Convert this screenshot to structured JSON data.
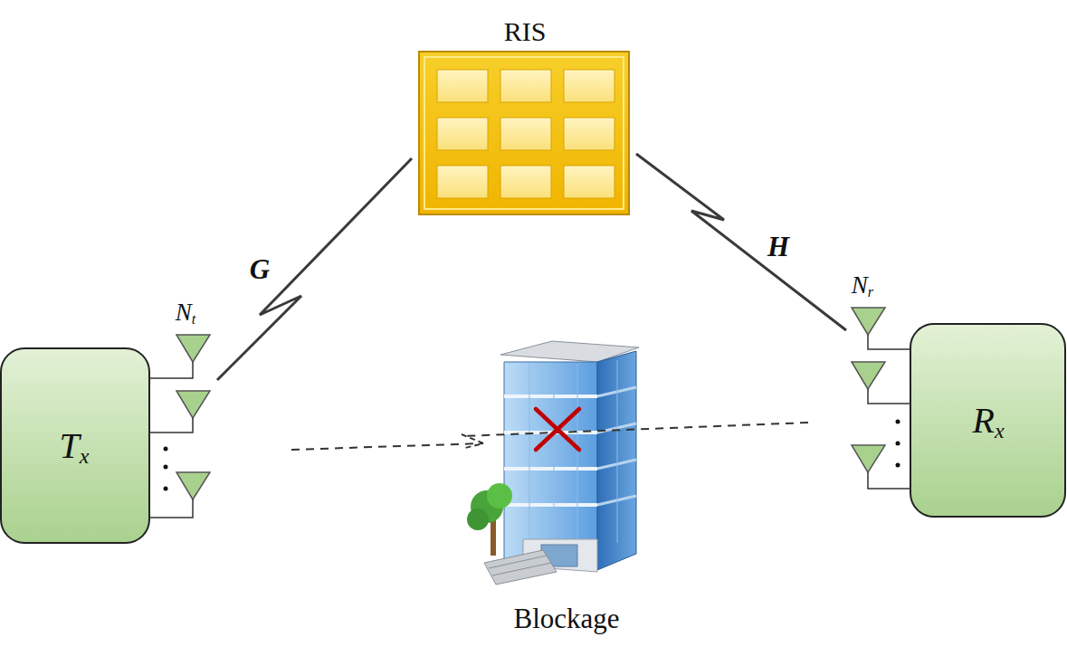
{
  "diagram": {
    "nodes": [
      {
        "text": [
          "Tx"
        ]
      },
      {
        "text": [
          "RIS"
        ]
      },
      {
        "text": [
          "Rx"
        ]
      }
    ],
    "edges": [
      {
        "from": 0,
        "to": 1,
        "arrow": "none",
        "label": "G"
      },
      {
        "from": 1,
        "to": 2,
        "arrow": "none",
        "label": "H"
      }
    ],
    "labels": [
      "Nt",
      "Nr",
      "Blockage"
    ]
  }
}
